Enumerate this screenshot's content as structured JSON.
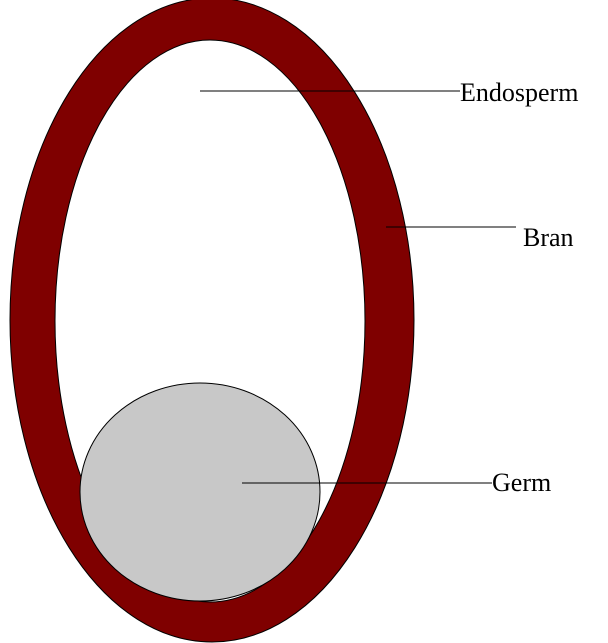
{
  "diagram": {
    "labels": {
      "endosperm": "Endosperm",
      "bran": "Bran",
      "germ": "Germ"
    },
    "colors": {
      "bran": "#7f0000",
      "endosperm": "#ffffff",
      "germ": "#c8c8c8",
      "outline": "#000000",
      "leader_line": "#000000"
    }
  }
}
